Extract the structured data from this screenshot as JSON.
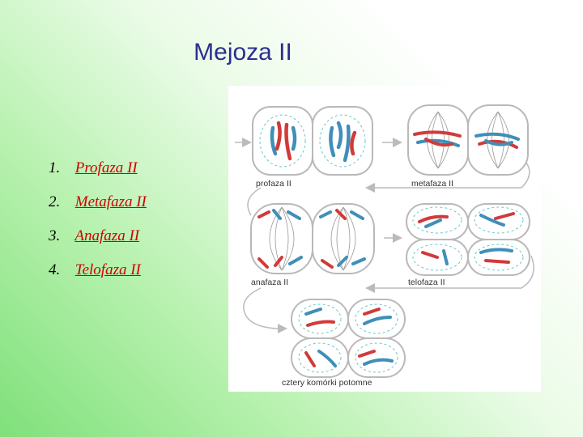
{
  "slide": {
    "title": "Mejoza II",
    "items": [
      {
        "number": "1.",
        "label": "Profaza II"
      },
      {
        "number": "2.",
        "label": "Metafaza II"
      },
      {
        "number": "3.",
        "label": "Anafaza II"
      },
      {
        "number": "4.",
        "label": "Telofaza II"
      }
    ]
  },
  "figure": {
    "labels": {
      "prophase": "profaza II",
      "metaphase": "metafaza II",
      "anaphase": "anafaza II",
      "telophase": "telofaza II",
      "daughter_cells": "cztery komórki potomne"
    },
    "colors": {
      "chromosome_red": "#d23a3a",
      "chromosome_blue": "#3f8fb8",
      "cell_outline": "#b9b9b9",
      "spindle": "#9a9a9a",
      "nucleus_dashed": "#6cc6c9",
      "arrow": "#bbbbbb"
    }
  }
}
